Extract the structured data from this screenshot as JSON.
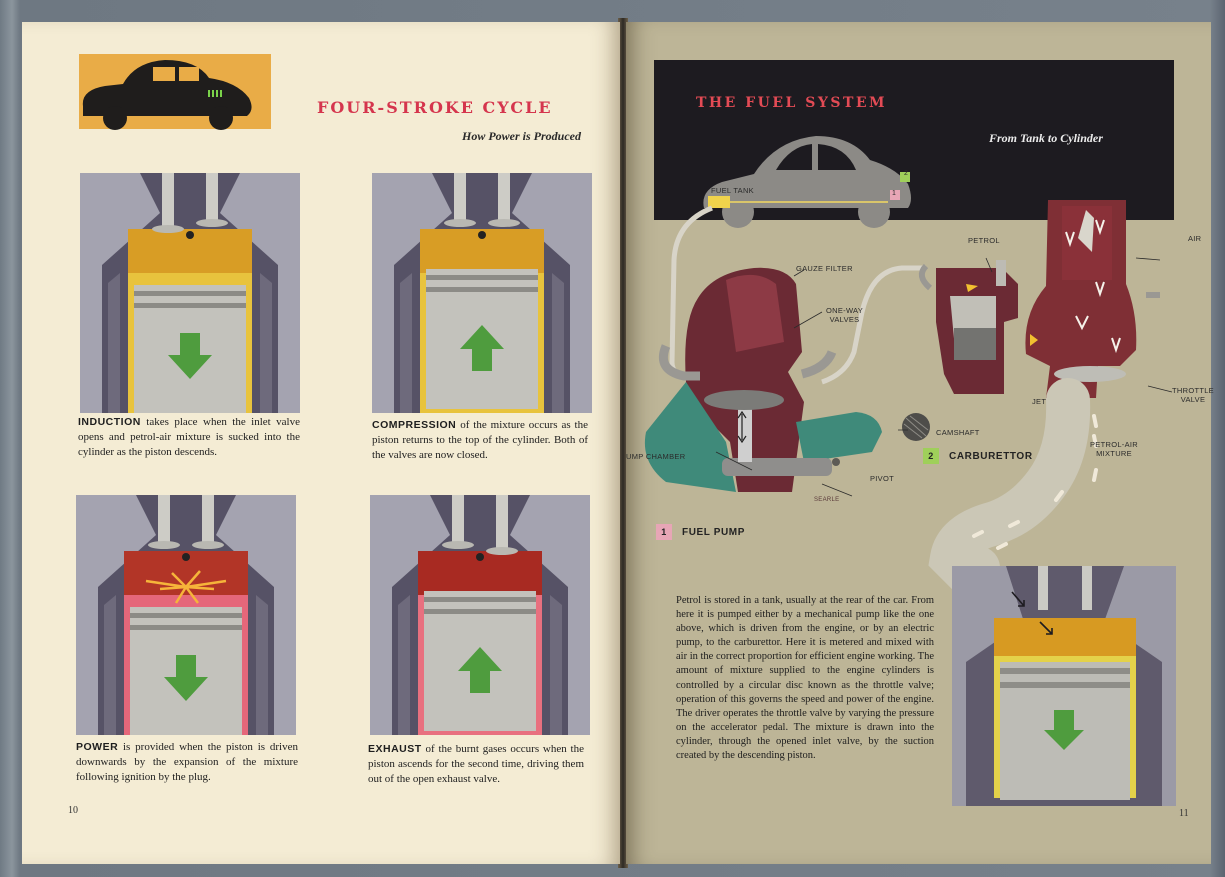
{
  "left_page": {
    "title": "FOUR-STROKE CYCLE",
    "subtitle": "How Power is Produced",
    "page_number": "10",
    "strokes": [
      {
        "keyword": "INDUCTION",
        "text": " takes place when the inlet valve opens and petrol-air mixture is sucked into the cylinder as the piston descends.",
        "direction": "down",
        "color": "#e2b63e"
      },
      {
        "keyword": "COMPRESSION",
        "text": " of the mixture occurs as the piston returns to the top of the cylinder. Both of the valves are now closed.",
        "direction": "up",
        "color": "#e2b63e"
      },
      {
        "keyword": "POWER",
        "text": " is provided when the piston is driven downwards by the expansion of the mixture following ignition by the plug.",
        "direction": "down",
        "color": "#b23527"
      },
      {
        "keyword": "EXHAUST",
        "text": " of the burnt gases occurs when the piston ascends for the second time, driving them out of the open exhaust valve.",
        "direction": "up",
        "color": "#a82a22"
      }
    ]
  },
  "right_page": {
    "title": "THE FUEL SYSTEM",
    "subtitle": "From Tank to Cylinder",
    "page_number": "11",
    "labels": {
      "fuel_tank": "FUEL TANK",
      "gauze_filter": "GAUZE FILTER",
      "one_way_valves_1": "ONE-WAY",
      "one_way_valves_2": "VALVES",
      "petrol": "PETROL",
      "air": "AIR",
      "throttle_valve_1": "THROTTLE",
      "throttle_valve_2": "VALVE",
      "jet": "JET",
      "camshaft": "CAMSHAFT",
      "petrol_air_mixture_1": "PETROL-AIR",
      "petrol_air_mixture_2": "MIXTURE",
      "pump_chamber": "UMP CHAMBER",
      "pivot": "PIVOT",
      "artist": "SEARLE",
      "car_marker_1": "1",
      "car_marker_2": "2"
    },
    "fuel_pump": {
      "number": "1",
      "label": "FUEL PUMP",
      "color": "#e7a6b6"
    },
    "carburettor": {
      "number": "2",
      "label": "CARBURETTOR",
      "color": "#9fcf5a"
    },
    "body_text": "Petrol is stored in a tank, usually at the rear of the car. From here it is pumped either by a mechanical pump like the one above, which is driven from the engine, or by an electric pump, to the carburettor. Here it is metered and mixed with air in the correct proportion for efficient engine working. The amount of mixture supplied to the engine cylinders is controlled by a circular disc known as the throttle valve; operation of this governs the speed and power of the engine. The driver operates the throttle valve by varying the pressure on the accelerator pedal. The mixture is drawn into the cylinder, through the opened inlet valve, by the suction created by the descending piston."
  },
  "colors": {
    "left_paper": "#f4ecd4",
    "right_paper": "#bdb597",
    "title_red": "#d5354d",
    "banner": "#1d1b20",
    "arrow_green": "#4f9c3e"
  }
}
